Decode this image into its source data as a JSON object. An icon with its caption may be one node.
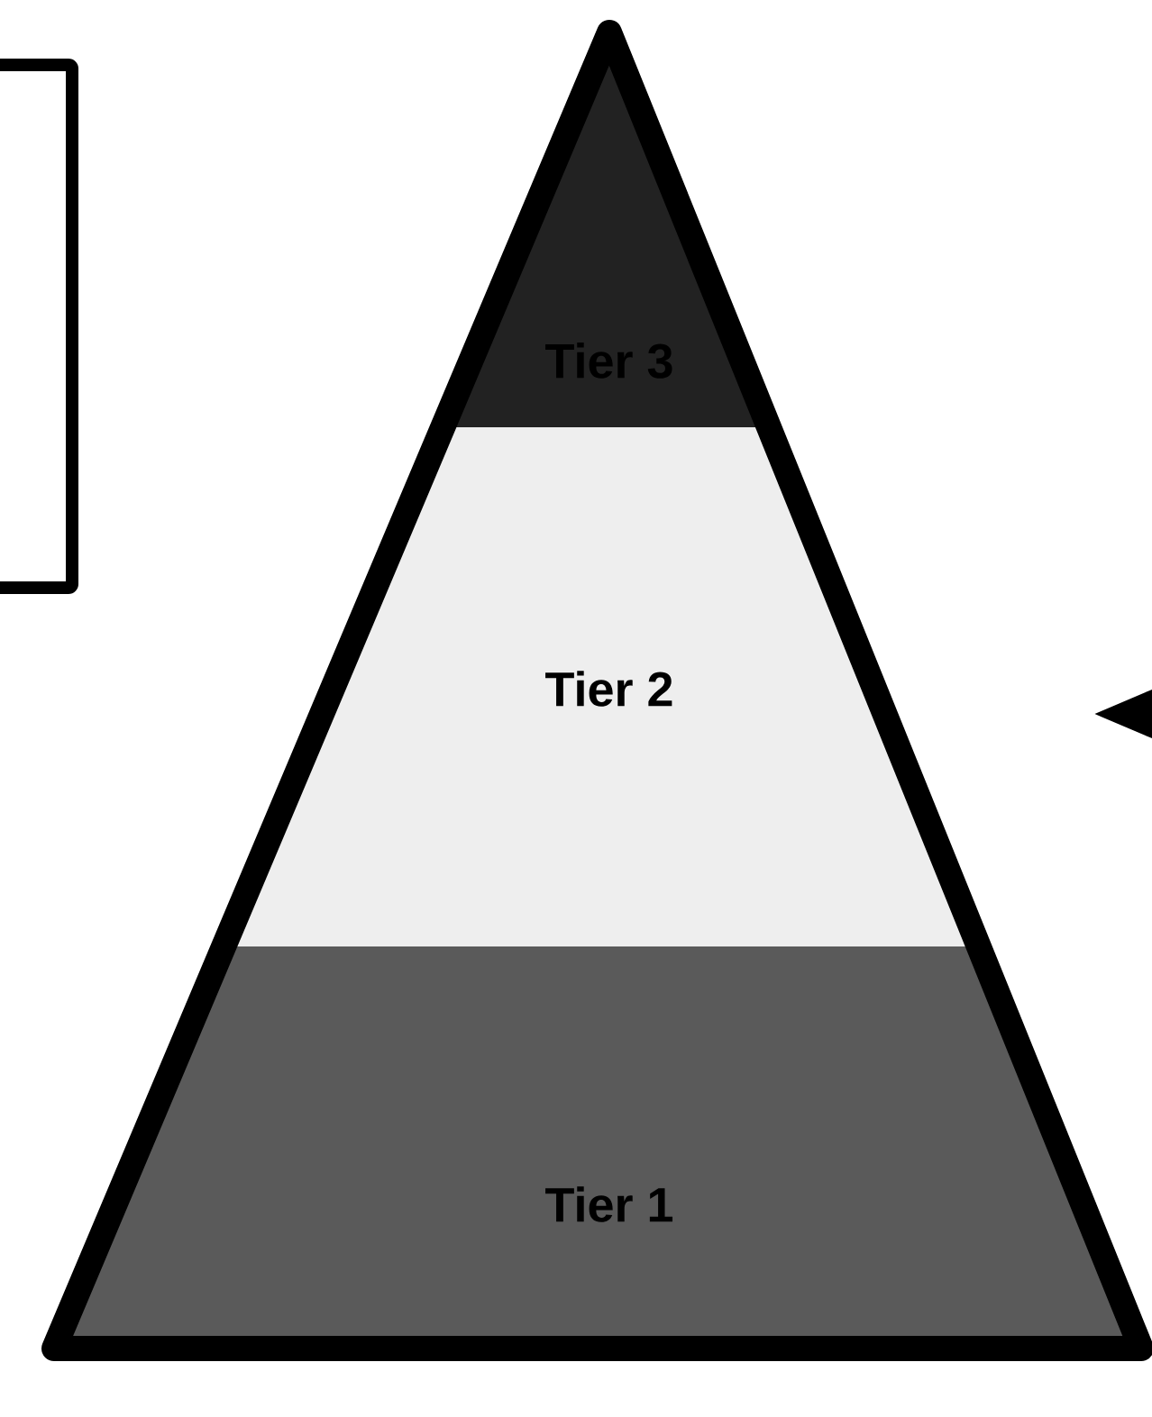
{
  "diagram": {
    "nodes": [
      {
        "text": [],
        "shape": "box"
      },
      {
        "text": [],
        "shape": "triangle"
      },
      {
        "text": [
          "Tier 3"
        ],
        "in": 1
      },
      {
        "text": [
          "Tier 2"
        ],
        "in": 1
      },
      {
        "text": [
          "Tier 1"
        ],
        "in": 1
      }
    ],
    "edges": [
      {
        "from": null,
        "to": 1,
        "arrow": "to"
      }
    ]
  }
}
